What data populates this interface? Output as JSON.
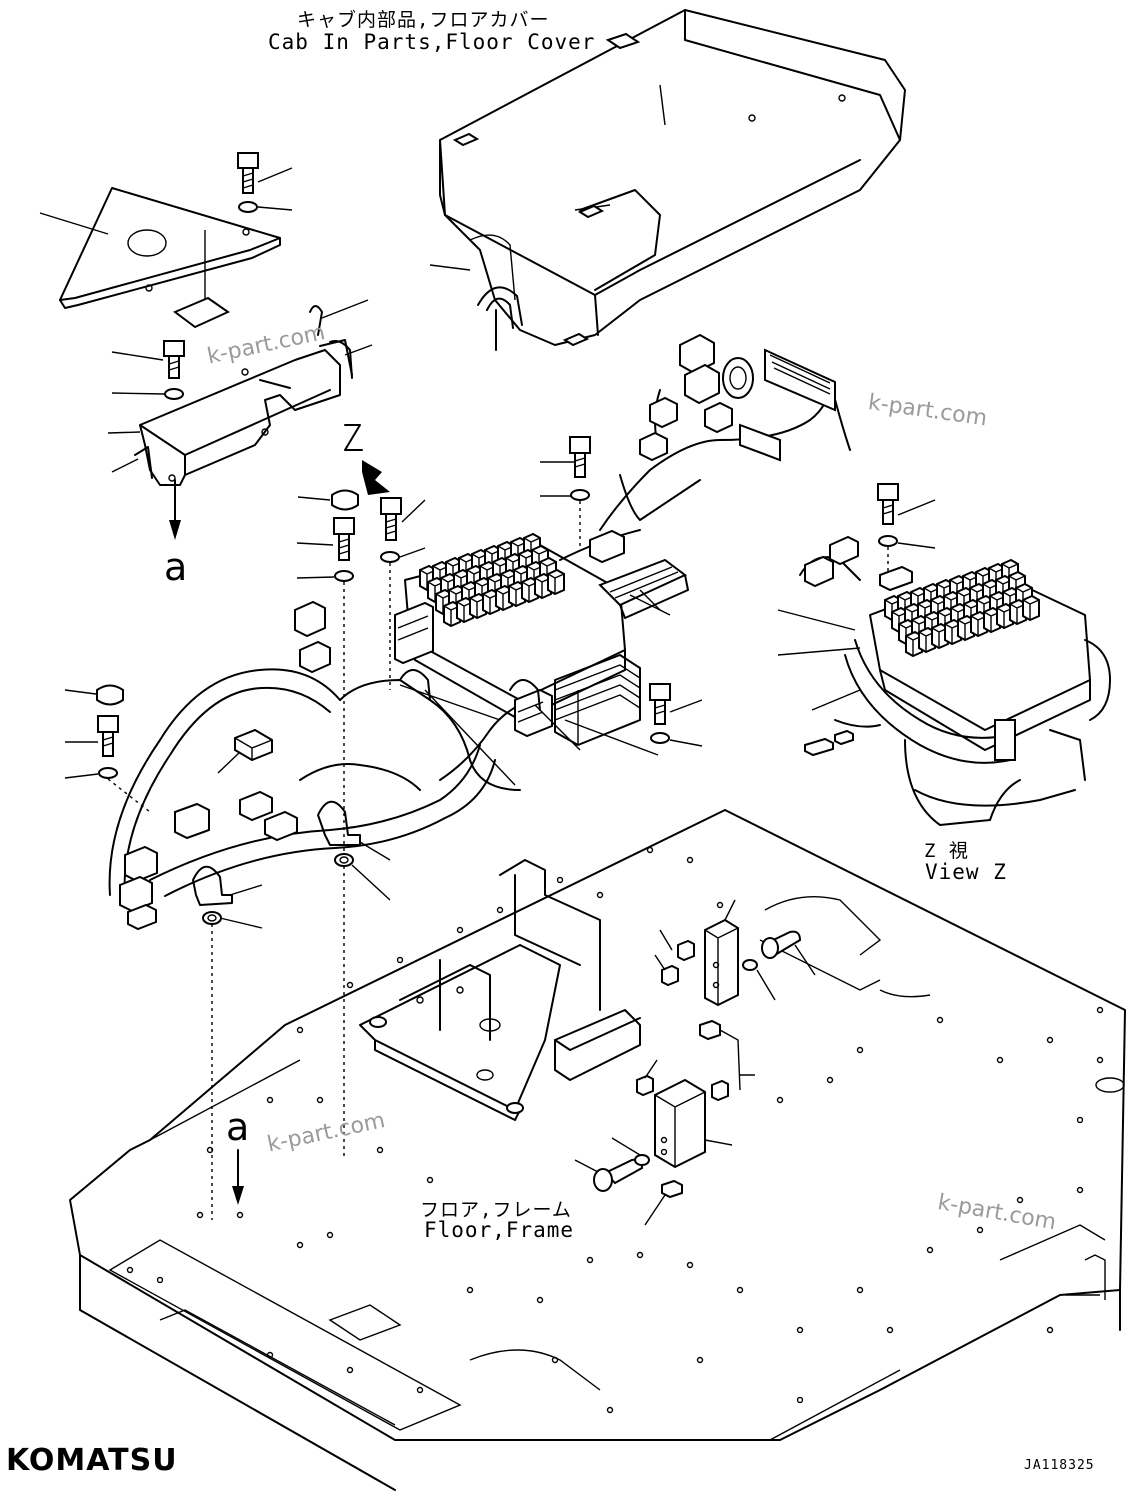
{
  "labels": {
    "cab_jp": "キャブ内部品,フロアカバー",
    "cab_en": "Cab In Parts,Floor Cover",
    "z_arrow": "Z",
    "a_upper": "a",
    "a_lower": "a",
    "view_z_jp": "Z 視",
    "view_z_en": "View Z",
    "floor_jp": "フロア,フレーム",
    "floor_en": "Floor,Frame"
  },
  "watermarks": [
    "k-part.com",
    "k-part.com",
    "k-part.com",
    "k-part.com"
  ],
  "brand": {
    "logo": "KOMATSU",
    "drawing_number": "JA118325"
  },
  "colors": {
    "line": "#000000",
    "background": "#ffffff",
    "watermark": "#9a9a9a"
  }
}
